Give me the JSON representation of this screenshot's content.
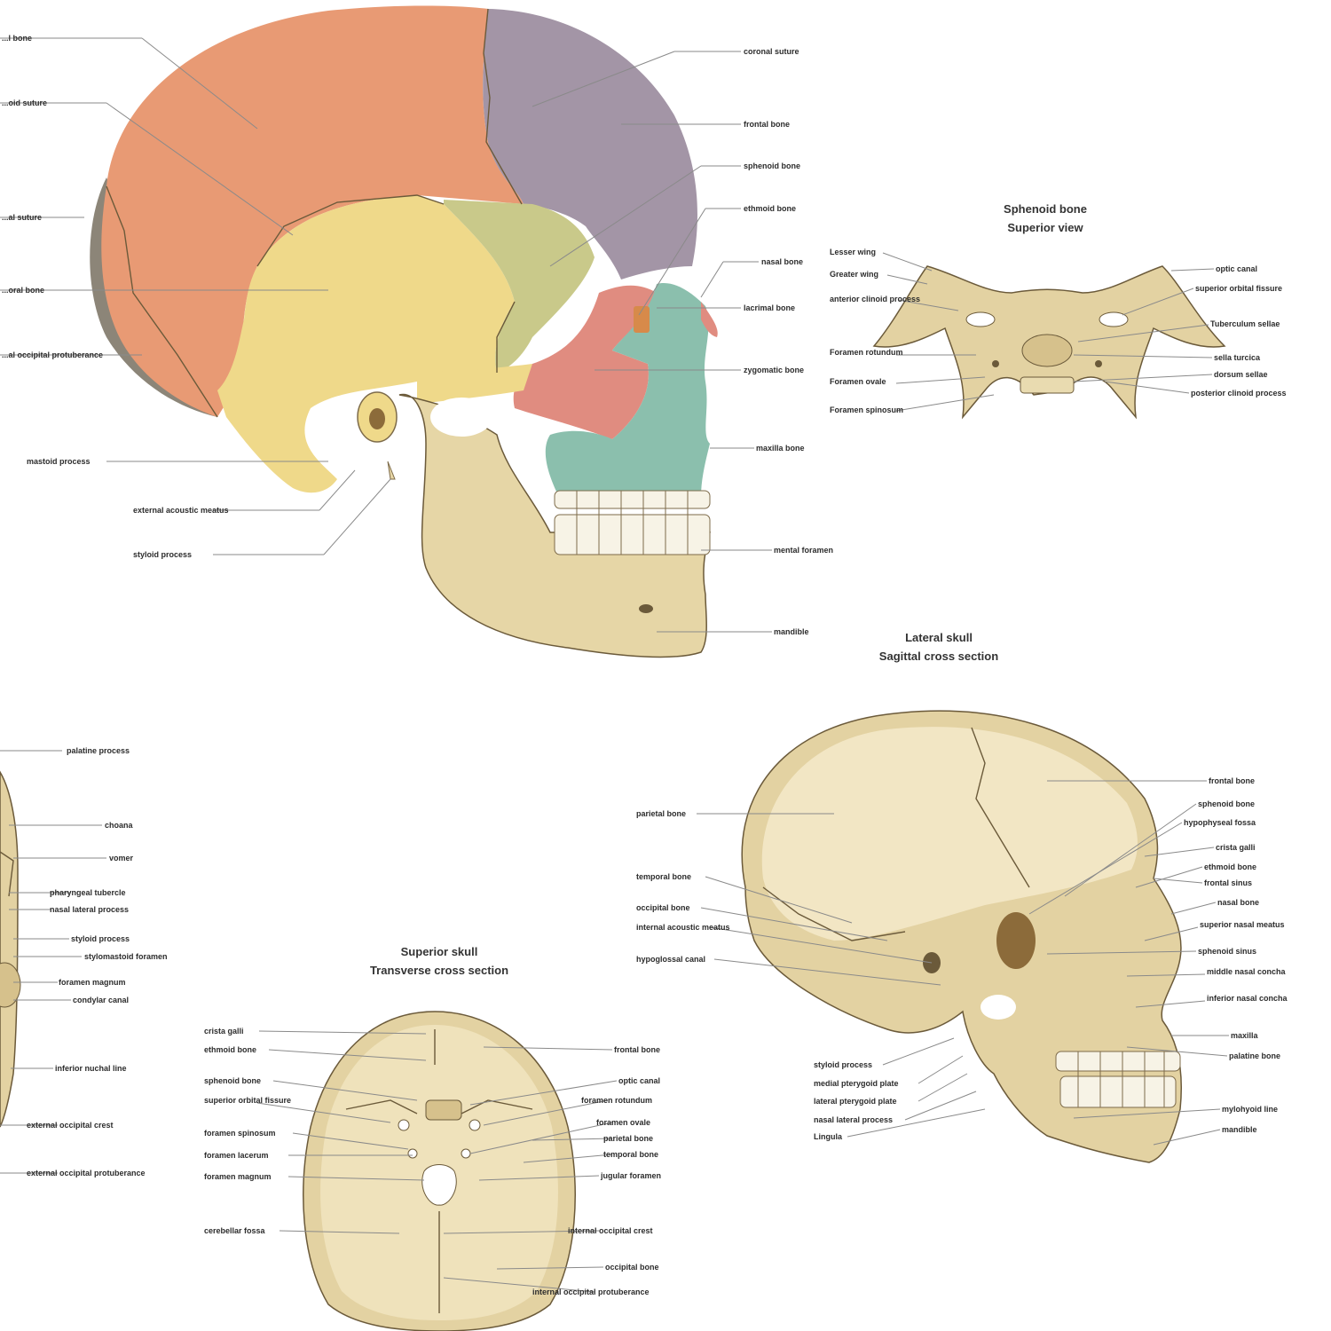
{
  "colors": {
    "parietal": "#e89a74",
    "frontal": "#a395a6",
    "temporal": "#efd98a",
    "sphenoid": "#c9c98a",
    "occipital": "#8c8578",
    "zygomatic": "#e08c80",
    "maxilla": "#8bbfad",
    "mandible": "#e6d6a6",
    "bone_base": "#e3d2a2",
    "leader": "#8a8a8a"
  },
  "lateral_view": {
    "labels_left": [
      {
        "text": "...l bone"
      },
      {
        "text": "...oid suture"
      },
      {
        "text": "...al suture"
      },
      {
        "text": "...oral bone"
      },
      {
        "text": "...al occipital protuberance"
      },
      {
        "text": "mastoid process"
      },
      {
        "text": "external acoustic meatus"
      },
      {
        "text": "styloid process"
      }
    ],
    "labels_right": [
      {
        "text": "coronal suture"
      },
      {
        "text": "frontal bone"
      },
      {
        "text": "sphenoid bone"
      },
      {
        "text": "ethmoid bone"
      },
      {
        "text": "nasal bone"
      },
      {
        "text": "lacrimal bone"
      },
      {
        "text": "zygomatic bone"
      },
      {
        "text": "maxilla bone"
      },
      {
        "text": "mental foramen"
      },
      {
        "text": "mandible"
      }
    ]
  },
  "sphenoid": {
    "title": "Sphenoid bone",
    "subtitle": "Superior view",
    "labels_left": [
      {
        "text": "Lesser wing"
      },
      {
        "text": "Greater wing"
      },
      {
        "text": "anterior clinoid process"
      },
      {
        "text": "Foramen rotundum"
      },
      {
        "text": "Foramen ovale"
      },
      {
        "text": "Foramen spinosum"
      }
    ],
    "labels_right": [
      {
        "text": "optic canal"
      },
      {
        "text": "superior orbital fissure"
      },
      {
        "text": "Tuberculum sellae"
      },
      {
        "text": "sella turcica"
      },
      {
        "text": "dorsum sellae"
      },
      {
        "text": "posterior clinoid process"
      }
    ]
  },
  "sagittal": {
    "title": "Lateral skull",
    "subtitle": "Sagittal cross section",
    "labels_left": [
      {
        "text": "parietal bone"
      },
      {
        "text": "temporal bone"
      },
      {
        "text": "occipital bone"
      },
      {
        "text": "internal acoustic meatus"
      },
      {
        "text": "hypoglossal canal"
      },
      {
        "text": "styloid process"
      },
      {
        "text": "medial pterygoid plate"
      },
      {
        "text": "lateral pterygoid plate"
      },
      {
        "text": "nasal lateral process"
      },
      {
        "text": "Lingula"
      }
    ],
    "labels_right": [
      {
        "text": "frontal bone"
      },
      {
        "text": "sphenoid bone"
      },
      {
        "text": "hypophyseal fossa"
      },
      {
        "text": "crista galli"
      },
      {
        "text": "ethmoid bone"
      },
      {
        "text": "frontal sinus"
      },
      {
        "text": "nasal bone"
      },
      {
        "text": "superior nasal meatus"
      },
      {
        "text": "sphenoid sinus"
      },
      {
        "text": "middle nasal concha"
      },
      {
        "text": "inferior nasal concha"
      },
      {
        "text": "maxilla"
      },
      {
        "text": "palatine bone"
      },
      {
        "text": "mylohyoid line"
      },
      {
        "text": "mandible"
      }
    ]
  },
  "superior": {
    "title": "Superior skull",
    "subtitle": "Transverse cross section",
    "labels_left": [
      {
        "text": "crista galli"
      },
      {
        "text": "ethmoid bone"
      },
      {
        "text": "sphenoid bone"
      },
      {
        "text": "superior orbital fissure"
      },
      {
        "text": "foramen spinosum"
      },
      {
        "text": "foramen lacerum"
      },
      {
        "text": "foramen magnum"
      },
      {
        "text": "cerebellar fossa"
      }
    ],
    "labels_right": [
      {
        "text": "frontal bone"
      },
      {
        "text": "optic canal"
      },
      {
        "text": "foramen rotundum"
      },
      {
        "text": "foramen ovale"
      },
      {
        "text": "parietal bone"
      },
      {
        "text": "temporal bone"
      },
      {
        "text": "jugular foramen"
      },
      {
        "text": "internal occipital crest"
      },
      {
        "text": "occipital bone"
      },
      {
        "text": "internal occipital protuberance"
      }
    ]
  },
  "inferior_partial": {
    "labels": [
      {
        "text": "palatine process"
      },
      {
        "text": "choana"
      },
      {
        "text": "vomer"
      },
      {
        "text": "pharyngeal tubercle"
      },
      {
        "text": "nasal lateral process"
      },
      {
        "text": "styloid process"
      },
      {
        "text": "stylomastoid foramen"
      },
      {
        "text": "foramen magnum"
      },
      {
        "text": "condylar canal"
      },
      {
        "text": "inferior nuchal line"
      },
      {
        "text": "external occipital crest"
      },
      {
        "text": "external occipital protuberance"
      }
    ]
  }
}
